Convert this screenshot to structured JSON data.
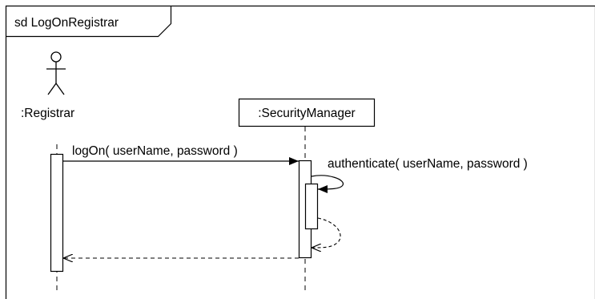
{
  "frame": {
    "title": "sd LogOnRegistrar"
  },
  "lifelines": {
    "registrar": {
      "label": ":Registrar"
    },
    "security_manager": {
      "label": ":SecurityManager"
    }
  },
  "messages": {
    "logon": "logOn( userName, password )",
    "authenticate": "authenticate( userName, password )"
  },
  "colors": {
    "stroke": "#000000",
    "background": "#ffffff",
    "activation_fill": "#ffffff"
  }
}
